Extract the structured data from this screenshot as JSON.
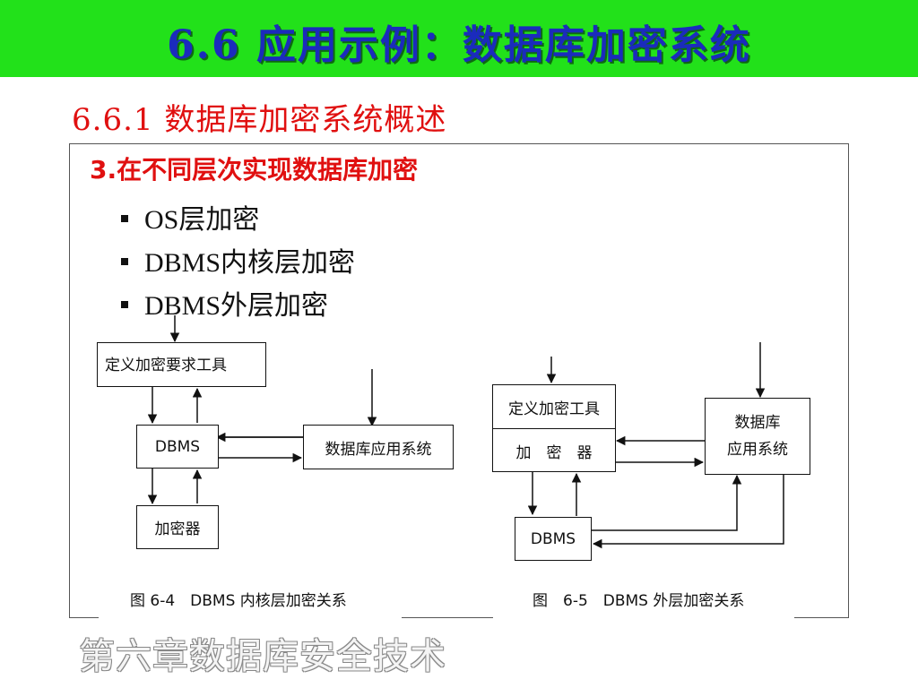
{
  "slide": {
    "title": "6.6 应用示例：数据库加密系统",
    "subtitle": "6.6.1 数据库加密系统概述",
    "section_heading": "3.在不同层次实现数据库加密",
    "bullets": [
      "OS层加密",
      "DBMS内核层加密",
      "DBMS外层加密"
    ],
    "footer": "第六章数据库安全技术"
  },
  "figure_64": {
    "box_define": "定义加密要求工具",
    "box_dbms": "DBMS",
    "box_app": "数据库应用系统",
    "box_encryptor": "加密器",
    "caption": "图 6-4　DBMS 内核层加密关系"
  },
  "figure_65": {
    "box_define": "定义加密工具",
    "box_encryptor": "加　密　器",
    "box_app_line1": "数据库",
    "box_app_line2": "应用系统",
    "box_dbms": "DBMS",
    "caption": "图　6-5　DBMS 外层加密关系"
  },
  "colors": {
    "title_bar": "#22e11a",
    "title_text": "#1b2bbd",
    "accent_red": "#e01010"
  }
}
